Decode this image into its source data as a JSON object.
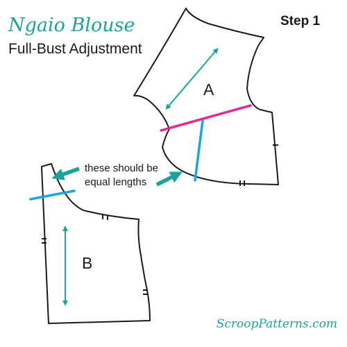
{
  "header": {
    "title": "Ngaio Blouse",
    "subtitle": "Full-Bust Adjustment",
    "step": "Step 1"
  },
  "annotation": {
    "line1": "these should be",
    "line2": "equal lengths"
  },
  "pieces": {
    "a_label": "A",
    "b_label": "B"
  },
  "footer": {
    "brand": "ScroopPatterns.com"
  },
  "colors": {
    "teal": "#1aa39a",
    "magenta": "#e6258d",
    "cyan": "#1ba6e0",
    "outline": "#1a1a1a"
  }
}
